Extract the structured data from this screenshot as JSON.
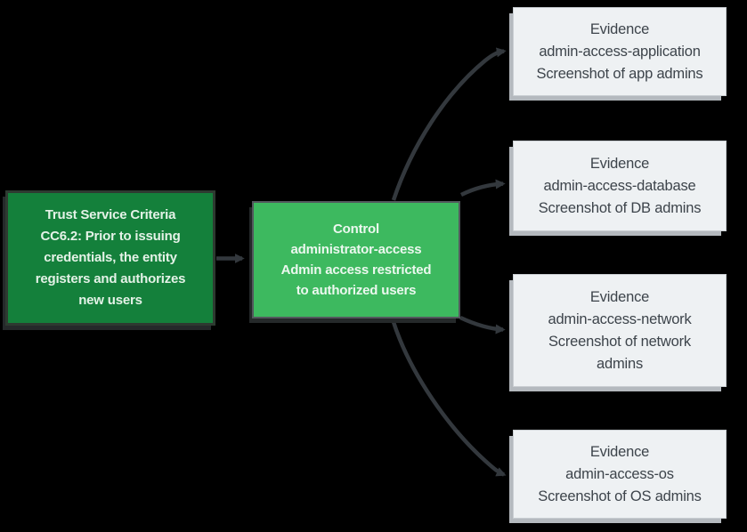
{
  "diagram": {
    "type": "flowchart",
    "background": "#000000",
    "colors": {
      "tsc_fill": "#14803b",
      "tsc_border": "#2e3a31",
      "tsc_text": "#e4f2e7",
      "control_fill": "#3db95f",
      "control_border": "#53585d",
      "control_text": "#ecf8ef",
      "evidence_fill": "#eef1f3",
      "evidence_border": "#c9ced2",
      "evidence_shadow": "#b4b9be",
      "evidence_text": "#3d444b",
      "connector": "#33383d"
    },
    "nodes": {
      "tsc": {
        "label": "Trust Service Criteria\nCC6.2: Prior to issuing\ncredentials, the entity\nregisters and authorizes\nnew users"
      },
      "control": {
        "label": "Control\nadministrator-access\nAdmin access restricted\nto authorized users"
      },
      "evidence": [
        {
          "label": "Evidence\nadmin-access-application\nScreenshot of app admins"
        },
        {
          "label": "Evidence\nadmin-access-database\nScreenshot of DB admins"
        },
        {
          "label": "Evidence\nadmin-access-network\nScreenshot of network\nadmins"
        },
        {
          "label": "Evidence\nadmin-access-os\nScreenshot of OS admins"
        }
      ]
    },
    "edges": [
      {
        "from": "tsc",
        "to": "control"
      },
      {
        "from": "control",
        "to": "evidence-application"
      },
      {
        "from": "control",
        "to": "evidence-database"
      },
      {
        "from": "control",
        "to": "evidence-network"
      },
      {
        "from": "control",
        "to": "evidence-os"
      }
    ]
  }
}
